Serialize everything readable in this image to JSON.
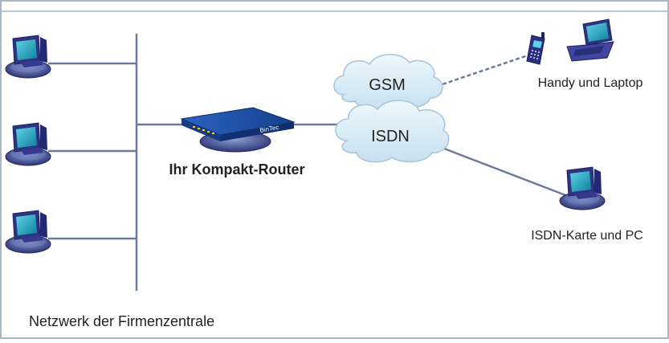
{
  "labels": {
    "gsm": "GSM",
    "isdn": "ISDN",
    "mobile": "Handy und Laptop",
    "router": "Ihr Kompakt-Router",
    "isdn_pc": "ISDN-Karte und PC",
    "network": "Netzwerk der Firmenzentrale",
    "router_brand": "BinTec"
  },
  "colors": {
    "frame": "#a9b6c7",
    "line": "#6e7a9c",
    "cloud_fill": "#d6e9f5",
    "cloud_stroke": "#a9c3da",
    "router_blue": "#1d4fa6",
    "monitor_screen": "#1aa6bf",
    "pc_body": "#3b3f86"
  },
  "icons": [
    "monitor-icon",
    "router-icon",
    "cloud-icon",
    "mobile-phone-icon",
    "laptop-icon"
  ]
}
